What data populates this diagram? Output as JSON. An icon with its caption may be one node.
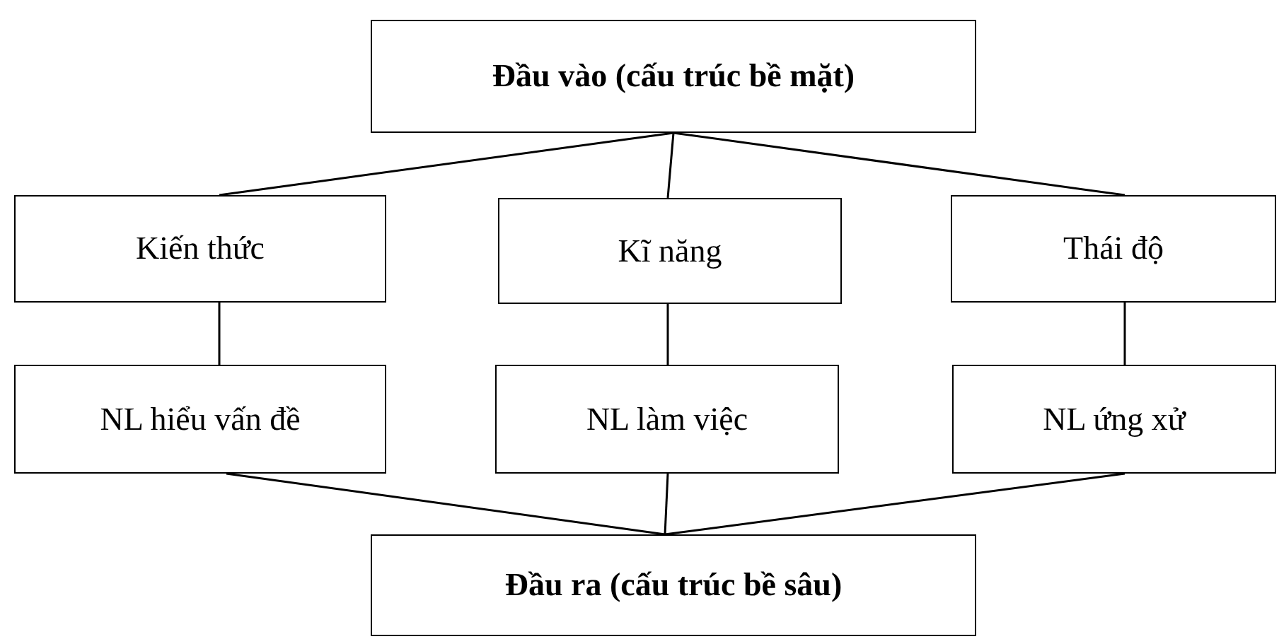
{
  "diagram": {
    "nodes": [
      {
        "text": [
          "Đầu vào (cấu trúc bề mặt)"
        ]
      },
      {
        "text": [
          "Kiến thức"
        ]
      },
      {
        "text": [
          "Kĩ năng"
        ]
      },
      {
        "text": [
          "Thái độ"
        ]
      },
      {
        "text": [
          "NL hiểu vấn đề"
        ]
      },
      {
        "text": [
          "NL làm việc"
        ]
      },
      {
        "text": [
          "NL ứng xử"
        ]
      },
      {
        "text": [
          "Đầu ra (cấu trúc bề sâu)"
        ]
      }
    ],
    "edges": [
      {
        "from": 0,
        "to": 1,
        "arrow": "none"
      },
      {
        "from": 0,
        "to": 2,
        "arrow": "none"
      },
      {
        "from": 0,
        "to": 3,
        "arrow": "none"
      },
      {
        "from": 1,
        "to": 4,
        "arrow": "none"
      },
      {
        "from": 2,
        "to": 5,
        "arrow": "none"
      },
      {
        "from": 3,
        "to": 6,
        "arrow": "none"
      },
      {
        "from": 4,
        "to": 7,
        "arrow": "none"
      },
      {
        "from": 5,
        "to": 7,
        "arrow": "none"
      },
      {
        "from": 6,
        "to": 7,
        "arrow": "none"
      }
    ]
  }
}
